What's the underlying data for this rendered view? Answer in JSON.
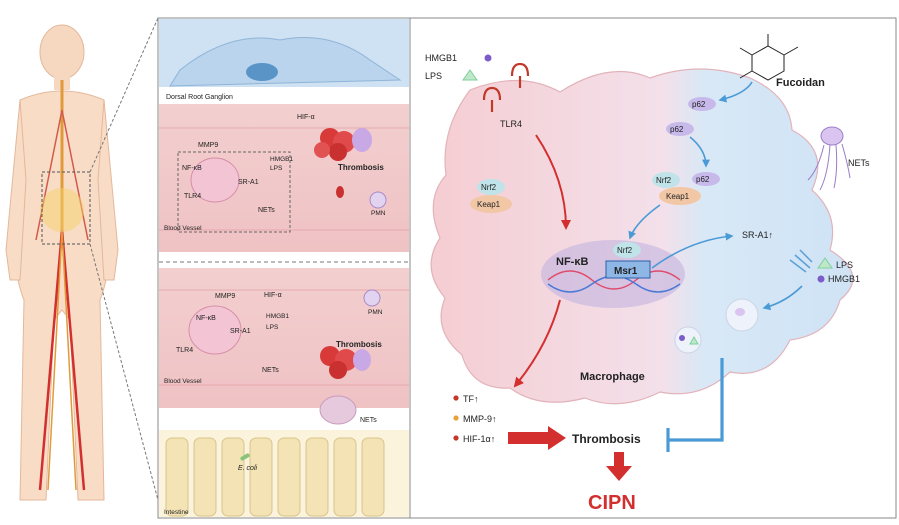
{
  "left_panel": {
    "top_section": {
      "ganglion_label": "Dorsal Root Ganglion",
      "hif": "HIF-α",
      "mmp": "MMP9",
      "nfkb": "NF-κB",
      "hmgb1": "HMGB1",
      "lps": "LPS",
      "sra1": "SR-A1",
      "tlr4": "TLR4",
      "thrombosis": "Thrombosis",
      "nets": "NETs",
      "vessel": "Blood Vessel",
      "pmn": "PMN"
    },
    "bottom_section": {
      "mmp": "MMP9",
      "hif": "HIF-α",
      "pmn": "PMN",
      "nfkb": "NF-κB",
      "hmgb1": "HMGB1",
      "sra1": "SR-A1",
      "lps": "LPS",
      "thrombosis": "Thrombosis",
      "tlr4": "TLR4",
      "vessel": "Blood Vessel",
      "nets_inner": "NETs",
      "nets": "NETs",
      "ecoli": "E. coli",
      "intestine": "Intestine"
    }
  },
  "right_panel": {
    "legend": {
      "hmgb1": "HMGB1",
      "lps": "LPS"
    },
    "tlr4": "TLR4",
    "fucoidan": "Fucoidan",
    "p62": [
      "p62",
      "p62",
      "p62"
    ],
    "nrf2_left": "Nrf2",
    "keap1_left": "Keap1",
    "nrf2_mid": "Nrf2",
    "keap1_mid": "Keap1",
    "nets": "NETs",
    "nfkb": "NF-κB",
    "nrf2_nucleus": "Nrf2",
    "msr1": "Msr1",
    "sra1": "SR-A1↑",
    "lps": "LPS",
    "hmgb1": "HMGB1",
    "macrophage": "Macrophage",
    "outputs": [
      "TF↑",
      "MMP-9↑",
      "HIF-1α↑"
    ],
    "thrombosis": "Thrombosis",
    "cipn": "CIPN"
  },
  "colors": {
    "red_arrow": "#d32f2f",
    "blue_arrow": "#4a9ad6",
    "cell_pink": "#f7d4d6",
    "cell_blue": "#d6e9f7",
    "hmgb1_dot": "#7b5cc9",
    "lps_triangle": "#7fcf9a"
  }
}
